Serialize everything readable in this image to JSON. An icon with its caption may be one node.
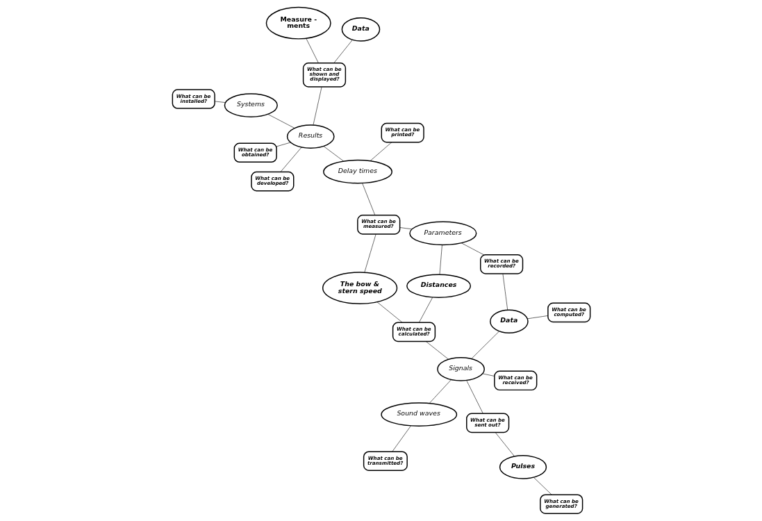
{
  "diagram": {
    "nodes": [
      {
        "text": [
          "What can be sent out?"
        ]
      },
      {
        "text": [
          "Pulses"
        ]
      },
      {
        "text": [
          "What can be developed?"
        ]
      },
      {
        "text": [
          "What can be measured?"
        ]
      },
      {
        "text": [
          "Parameters"
        ]
      },
      {
        "text": [
          "What can be calculated?"
        ]
      },
      {
        "text": [
          "Signals"
        ]
      },
      {
        "text": [
          "Data"
        ]
      },
      {
        "text": [
          "What can be obtained?"
        ]
      },
      {
        "text": [
          "Results"
        ]
      },
      {
        "text": [
          "What can be computed?"
        ]
      },
      {
        "text": [
          "Distances"
        ]
      },
      {
        "text": [
          "What can be generated?"
        ]
      },
      {
        "text": [
          "Data"
        ]
      },
      {
        "text": [
          "What can be received?"
        ]
      },
      {
        "text": [
          "Sound waves"
        ]
      },
      {
        "text": [
          "Delay times"
        ]
      },
      {
        "text": [
          "What can be shown and displayed?"
        ]
      },
      {
        "text": [
          "Measure - ments"
        ]
      },
      {
        "text": [
          "The bow & stern speed"
        ]
      },
      {
        "text": [
          "What can be transmitted?"
        ]
      },
      {
        "text": [
          "Systems"
        ]
      },
      {
        "text": [
          "What can be recorded?"
        ]
      },
      {
        "text": [
          "What can be printed?"
        ]
      },
      {
        "text": [
          "What can be installed?"
        ]
      }
    ],
    "edges": [
      {
        "from": 0,
        "to": 1,
        "arrow": "none"
      },
      {
        "from": 0,
        "to": 6,
        "arrow": "none"
      },
      {
        "from": 5,
        "to": 6,
        "arrow": "none"
      },
      {
        "from": 6,
        "to": 7,
        "arrow": "none"
      },
      {
        "from": 5,
        "to": 11,
        "arrow": "none"
      },
      {
        "from": 5,
        "to": 19,
        "arrow": "none"
      },
      {
        "from": 10,
        "to": 7,
        "arrow": "none"
      },
      {
        "from": 14,
        "to": 6,
        "arrow": "none"
      },
      {
        "from": 6,
        "to": 15,
        "arrow": "none"
      },
      {
        "from": 15,
        "to": 20,
        "arrow": "none"
      },
      {
        "from": 24,
        "to": 21,
        "arrow": "none"
      },
      {
        "from": 2,
        "to": 9,
        "arrow": "none"
      },
      {
        "from": 9,
        "to": 21,
        "arrow": "none"
      },
      {
        "from": 3,
        "to": 4,
        "arrow": "none"
      },
      {
        "from": 4,
        "to": 11,
        "arrow": "none"
      },
      {
        "from": 4,
        "to": 22,
        "arrow": "none"
      },
      {
        "from": 1,
        "to": 12,
        "arrow": "none"
      },
      {
        "from": 7,
        "to": 22,
        "arrow": "none"
      },
      {
        "from": 9,
        "to": 8,
        "arrow": "none"
      },
      {
        "from": 9,
        "to": 17,
        "arrow": "none"
      },
      {
        "from": 13,
        "to": 17,
        "arrow": "none"
      },
      {
        "from": 18,
        "to": 17,
        "arrow": "none"
      },
      {
        "from": 19,
        "to": 3,
        "arrow": "none"
      },
      {
        "from": 16,
        "to": 3,
        "arrow": "none"
      },
      {
        "from": 9,
        "to": 16,
        "arrow": "none"
      },
      {
        "from": 16,
        "to": 23,
        "arrow": "none"
      }
    ]
  }
}
